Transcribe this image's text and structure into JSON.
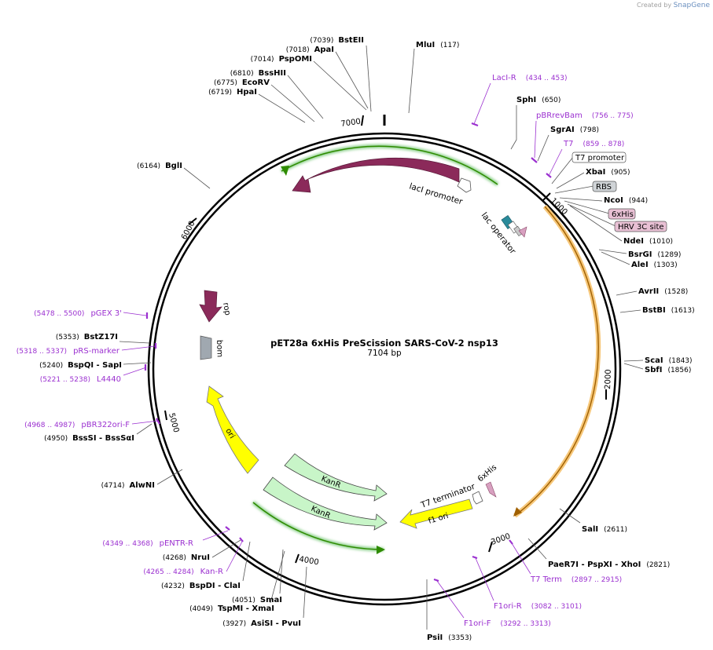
{
  "watermark": {
    "prefix": "Created by",
    "brand": "SnapGene"
  },
  "plasmid": {
    "name": "pET28a 6xHis PreScission SARS-CoV-2 nsp13",
    "size_label": "7104 bp"
  },
  "ticks": [
    "1000",
    "2000",
    "3000",
    "4000",
    "5000",
    "6000",
    "7000"
  ],
  "enzymes": [
    {
      "name": "MluI",
      "pos": "(117)"
    },
    {
      "name": "SphI",
      "pos": "(650)"
    },
    {
      "name": "SgrAI",
      "pos": "(798)"
    },
    {
      "name": "XbaI",
      "pos": "(905)"
    },
    {
      "name": "NcoI",
      "pos": "(944)"
    },
    {
      "name": "NdeI",
      "pos": "(1010)"
    },
    {
      "name": "BsrGI",
      "pos": "(1289)"
    },
    {
      "name": "AleI",
      "pos": "(1303)"
    },
    {
      "name": "AvrII",
      "pos": "(1528)"
    },
    {
      "name": "BstBI",
      "pos": "(1613)"
    },
    {
      "name": "ScaI",
      "pos": "(1843)"
    },
    {
      "name": "SbfI",
      "pos": "(1856)"
    },
    {
      "name": "SalI",
      "pos": "(2611)"
    },
    {
      "name": "PaeR7I  - PspXI  - XhoI",
      "pos": "(2821)"
    },
    {
      "name": "PsiI",
      "pos": "(3353)"
    },
    {
      "name": "AsiSI  - PvuI",
      "pos": "(3927)"
    },
    {
      "name": "TspMI  - XmaI",
      "pos": "(4049)"
    },
    {
      "name": "SmaI",
      "pos": "(4051)"
    },
    {
      "name": "BspDI  - ClaI",
      "pos": "(4232)"
    },
    {
      "name": "NruI",
      "pos": "(4268)"
    },
    {
      "name": "AlwNI",
      "pos": "(4714)"
    },
    {
      "name": "BssSI  - BssSαI",
      "pos": "(4950)"
    },
    {
      "name": "BspQI  - SapI",
      "pos": "(5240)"
    },
    {
      "name": "BstZ17I",
      "pos": "(5353)"
    },
    {
      "name": "BglI",
      "pos": "(6164)"
    },
    {
      "name": "HpaI",
      "pos": "(6719)"
    },
    {
      "name": "EcoRV",
      "pos": "(6775)"
    },
    {
      "name": "BssHII",
      "pos": "(6810)"
    },
    {
      "name": "PspOMI",
      "pos": "(7014)"
    },
    {
      "name": "ApaI",
      "pos": "(7018)"
    },
    {
      "name": "BstEII",
      "pos": "(7039)"
    }
  ],
  "primers": [
    {
      "name": "LacI-R",
      "range": "(434 .. 453)"
    },
    {
      "name": "pBRrevBam",
      "range": "(756 .. 775)"
    },
    {
      "name": "T7",
      "range": "(859 .. 878)"
    },
    {
      "name": "T7 Term",
      "range": "(2897 .. 2915)"
    },
    {
      "name": "F1ori-R",
      "range": "(3082 .. 3101)"
    },
    {
      "name": "F1ori-F",
      "range": "(3292 .. 3313)"
    },
    {
      "name": "Kan-R",
      "range": "(4265 .. 4284)"
    },
    {
      "name": "pENTR-R",
      "range": "(4349 .. 4368)"
    },
    {
      "name": "pBR322ori-F",
      "range": "(4968 .. 4987)"
    },
    {
      "name": "L4440",
      "range": "(5221 .. 5238)"
    },
    {
      "name": "pRS-marker",
      "range": "(5318 .. 5337)"
    },
    {
      "name": "pGEX 3'",
      "range": "(5478 .. 5500)"
    }
  ],
  "boxed_features": [
    "T7 promoter",
    "RBS",
    "6xHis",
    "HRV 3C site"
  ],
  "features": {
    "lacI": "lacI",
    "lacI_promoter": "lacI promoter",
    "lac_operator": "lac operator",
    "rop": "rop",
    "bom": "bom",
    "ori": "ori",
    "kanR1": "KanR",
    "kanR2": "KanR",
    "f1_ori": "f1 ori",
    "t7_terminator": "T7 terminator",
    "his_c": "6xHis"
  },
  "colors": {
    "lacI": "#8b2a5a",
    "kanR": "#c8f5c8",
    "ori": "#ffff00",
    "rop": "#8b2a5a",
    "bom": "#a0a8b0",
    "primer": "#9b30d0",
    "orf_green": "#2e8b00",
    "orf_orange": "#e08a00",
    "lac_op": "#2a8a9a",
    "his_tag": "#d8a0c0"
  }
}
